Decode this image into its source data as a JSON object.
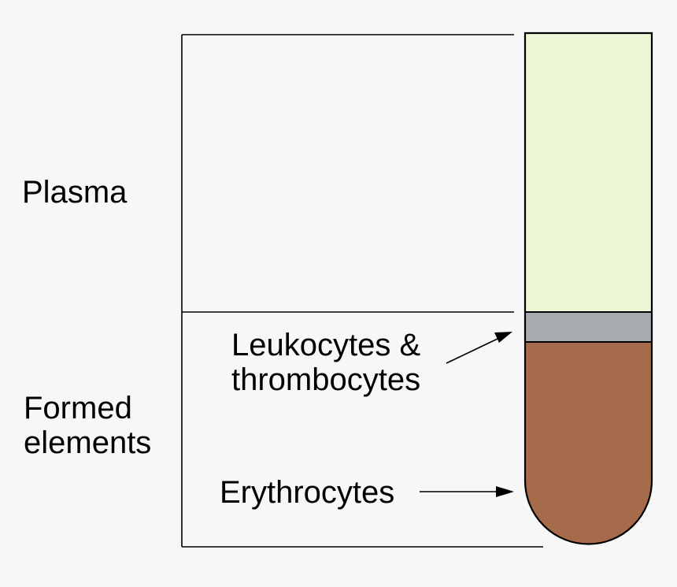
{
  "labels": {
    "plasma": "Plasma",
    "formed_elements_line1": "Formed",
    "formed_elements_line2": "elements",
    "leukocytes_line1": "Leukocytes &",
    "leukocytes_line2": "thrombocytes",
    "erythrocytes": "Erythrocytes"
  },
  "colors": {
    "background": "#f7f7f7",
    "plasma_layer": "#ebf7d6",
    "buffy_coat_layer": "#a6abb0",
    "erythrocyte_layer": "#a66b4b",
    "outline": "#000000"
  }
}
